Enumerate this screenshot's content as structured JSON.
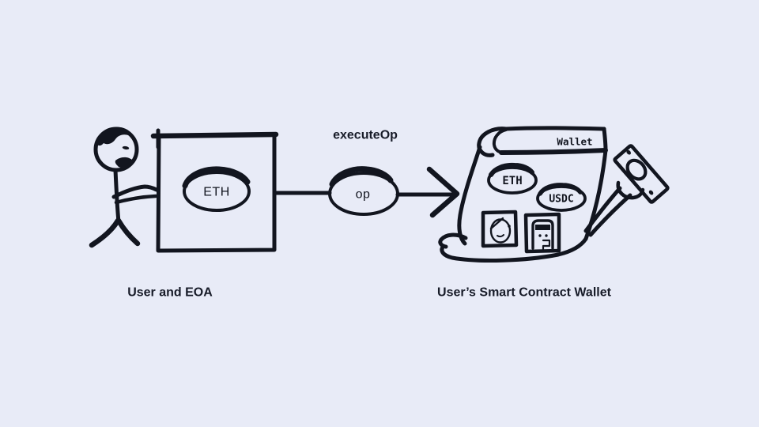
{
  "colors": {
    "background": "#e8ebf7",
    "ink": "#12151f",
    "label_text": "#171b28"
  },
  "flow": {
    "action_label": "executeOp",
    "payload_label": "op"
  },
  "eoa": {
    "asset_label": "ETH",
    "caption": "User and EOA"
  },
  "wallet": {
    "title": "Wallet",
    "asset_labels": [
      "ETH",
      "USDC"
    ],
    "caption": "User’s Smart Contract Wallet"
  }
}
